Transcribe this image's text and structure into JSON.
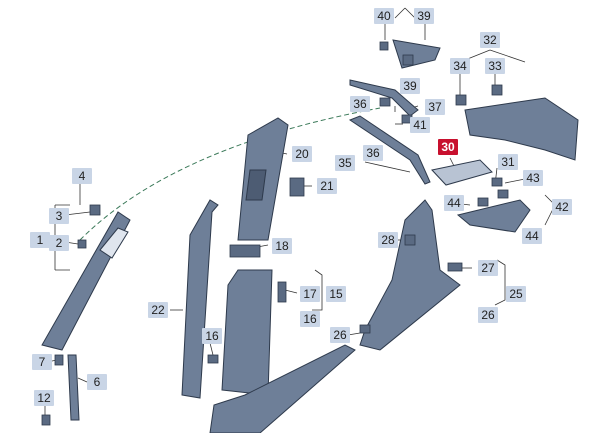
{
  "diagram": {
    "colors": {
      "part_fill": "#6e7f98",
      "part_stroke": "#2e3a4c",
      "label_bg": "#c9d5e6",
      "highlight": "#c8102e"
    },
    "highlighted_part": "30",
    "labels": {
      "p1": "1",
      "p2": "2",
      "p3": "3",
      "p4": "4",
      "p6": "6",
      "p7": "7",
      "p12": "12",
      "p15": "15",
      "p16a": "16",
      "p16b": "16",
      "p17": "17",
      "p18": "18",
      "p20": "20",
      "p21": "21",
      "p22": "22",
      "p25": "25",
      "p26a": "26",
      "p26b": "26",
      "p27": "27",
      "p28": "28",
      "p30": "30",
      "p31": "31",
      "p32": "32",
      "p33": "33",
      "p34": "34",
      "p35": "35",
      "p36a": "36",
      "p36b": "36",
      "p37": "37",
      "p39a": "39",
      "p39b": "39",
      "p40": "40",
      "p41": "41",
      "p42": "42",
      "p43": "43",
      "p44a": "44",
      "p44b": "44"
    }
  }
}
